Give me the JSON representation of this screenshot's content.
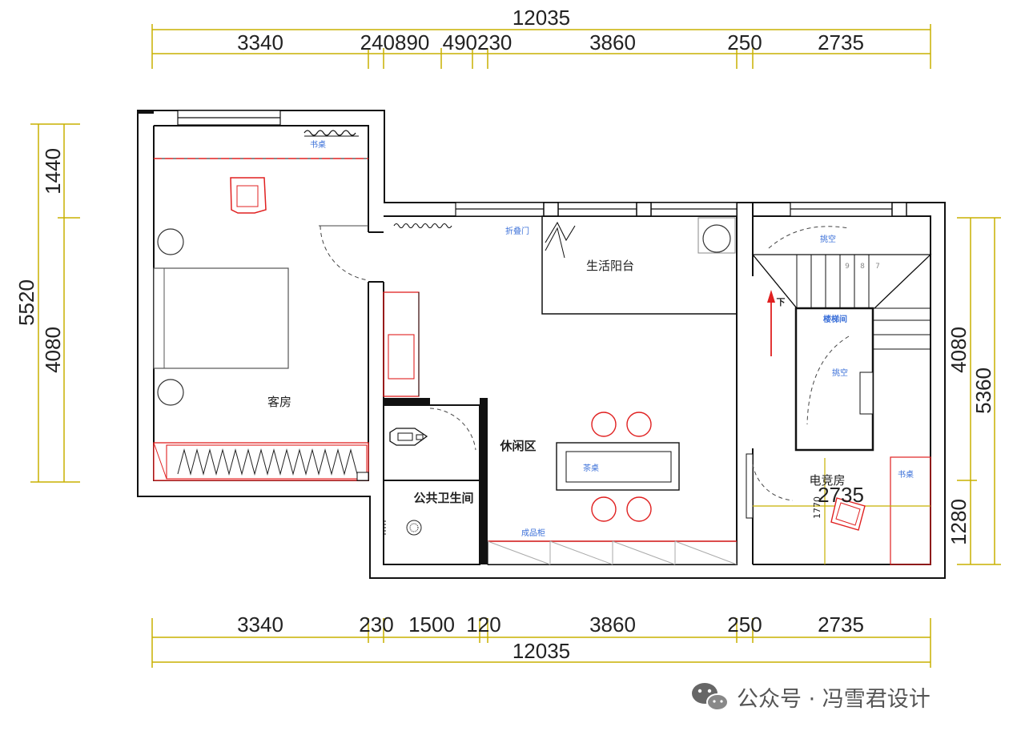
{
  "dimensions": {
    "top_total": "12035",
    "top_segments": [
      "3340",
      "240890",
      "490230",
      "3860",
      "250",
      "2735"
    ],
    "bottom_segments": [
      "3340",
      "230",
      "1500",
      "120",
      "3860",
      "250",
      "2735"
    ],
    "bottom_total": "12035",
    "left_total": "5520",
    "left_segments": [
      "1440",
      "4080"
    ],
    "right_total": "5360",
    "right_segments": [
      "4080",
      "1280"
    ],
    "inner_width": "2735",
    "inner_height": "1770"
  },
  "rooms": {
    "guest_room": "客房",
    "balcony": "生活阳台",
    "lounge": "休闲区",
    "bathroom": "公共卫生间",
    "esports": "电竞房"
  },
  "labels": {
    "desk_1": "书桌",
    "desk_2": "书桌",
    "folding_door": "折叠门",
    "void_1": "挑空",
    "void_2": "挑空",
    "stairwell": "楼梯间",
    "down": "下",
    "tea_table": "茶桌",
    "cabinet": "成品柜",
    "step_9": "9",
    "step_8": "8",
    "step_7": "7"
  },
  "watermark": {
    "text": "公众号 · 冯雪君设计",
    "icon": "wechat-icon"
  },
  "colors": {
    "dimension_line": "#c8b000",
    "furniture_red": "#e02020",
    "label_blue": "#3a6fd8",
    "wall": "#111111"
  }
}
